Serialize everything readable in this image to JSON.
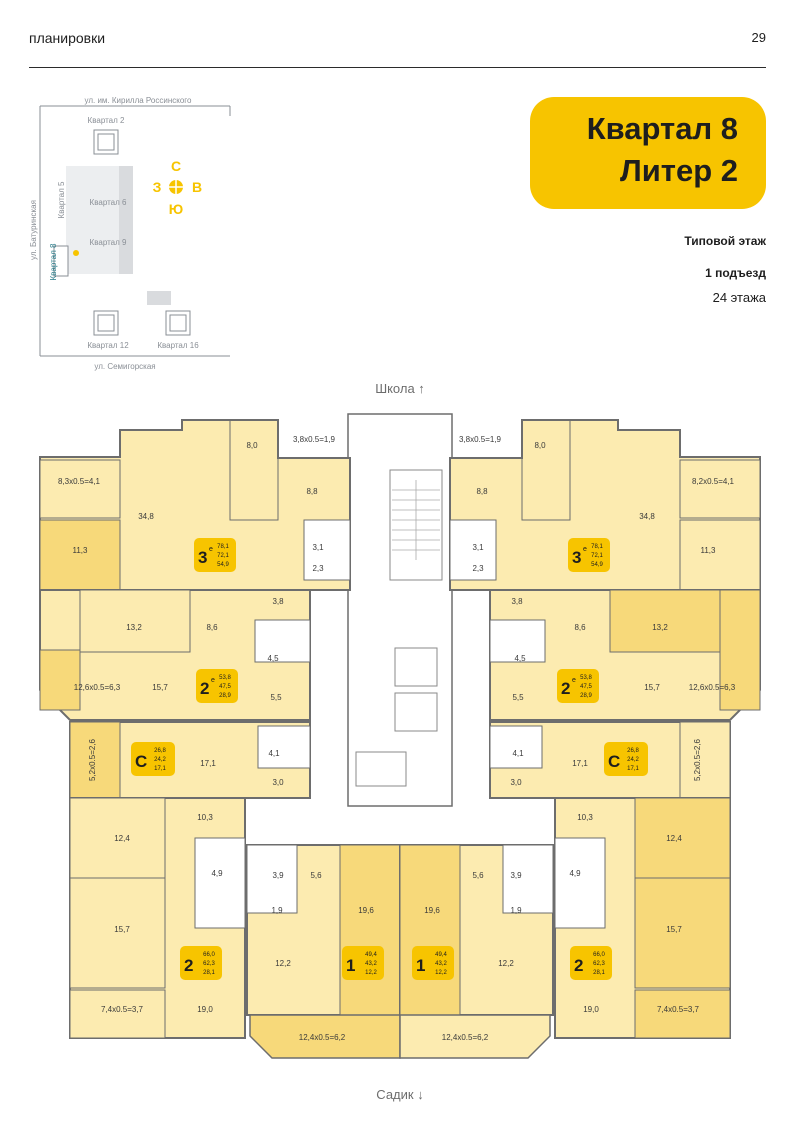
{
  "header": {
    "section": "планировки",
    "page": "29"
  },
  "badge": {
    "line1": "Квартал 8",
    "line2": "Литер 2"
  },
  "info": {
    "floor_type": "Типовой этаж",
    "entrance": "1 подъезд",
    "storeys": "24 этажа"
  },
  "sitemap": {
    "street_top": "ул. им. Кирилла Россинского",
    "street_bottom": "ул. Семигорская",
    "street_left": "ул. Батуринская",
    "blocks": [
      "Квартал 2",
      "Квартал 5",
      "Квартал 6",
      "Квартал 9",
      "Квартал 12",
      "Квартал 16"
    ],
    "current_block": "Квартал 8",
    "compass": {
      "n": "С",
      "w": "З",
      "e": "В",
      "s": "Ю"
    },
    "colors": {
      "highlight": "#f7c400",
      "lines": "#8a8f96",
      "block": "#d9dbde"
    }
  },
  "plan": {
    "school": "Школа ↑",
    "kindergarten": "Садик ↓",
    "colors": {
      "warm": "#fcebb0",
      "warm_dark": "#f7d97a",
      "wall": "#6d6d6d",
      "label_bg": "#f7c400"
    },
    "rooms": {
      "tl_bal": "8,3x0.5=4,1",
      "tl_living": "34,8",
      "tl_bed": "11,3",
      "tl_kitchen": "8,0",
      "tl_hall": "8,8",
      "tl_bal2": "3,8x0.5=1,9",
      "tl_bath": "3,1",
      "tl_wc": "2,3",
      "tl_corr": "3,8",
      "tr_bal": "8,2x0.5=4,1",
      "tr_living": "34,8",
      "tr_bed": "11,3",
      "tr_kitchen": "8,0",
      "tr_hall": "8,8",
      "tr_bal2": "3,8x0.5=1,9",
      "tr_bath": "3,1",
      "tr_wc": "2,3",
      "tr_corr": "3,8",
      "ml_r1": "13,2",
      "ml_r2": "8,6",
      "ml_bath": "4,5",
      "ml_bal": "12,6x0.5=6,3",
      "ml_living": "15,7",
      "ml_hall": "5,5",
      "mr_r1": "13,2",
      "mr_r2": "8,6",
      "mr_bath": "4,5",
      "mr_bal": "12,6x0.5=6,3",
      "mr_living": "15,7",
      "mr_hall": "5,5",
      "sl_bal": "5,2x0.5=2,6",
      "sl_room": "17,1",
      "sl_bath": "4,1",
      "sl_hall": "3,0",
      "sr_bal": "5,2x0.5=2,6",
      "sr_room": "17,1",
      "sr_bath": "4,1",
      "sr_hall": "3,0",
      "bl_r1": "10,3",
      "bl_r2": "12,4",
      "bl_bath": "4,9",
      "bl_living": "15,7",
      "bl_bal": "7,4x0.5=3,7",
      "bl_kitchen": "19,0",
      "br_r1": "10,3",
      "br_r2": "12,4",
      "br_bath": "4,9",
      "br_living": "15,7",
      "br_bal": "7,4x0.5=3,7",
      "br_kitchen": "19,0",
      "cl_bath": "3,9",
      "cl_hall": "5,6",
      "cl_corr": "1,9",
      "cl_kitchen": "12,2",
      "cl_room": "19,6",
      "cl_bal": "12,4x0.5=6,2",
      "cr_bath": "3,9",
      "cr_hall": "5,6",
      "cr_corr": "1,9",
      "cr_kitchen": "12,2",
      "cr_room": "19,6",
      "cr_bal": "12,4x0.5=6,2"
    },
    "units": [
      {
        "id": "tl",
        "rooms": "3",
        "sup": "е",
        "a": "78,1",
        "b": "72,1",
        "c": "54,9"
      },
      {
        "id": "tr",
        "rooms": "3",
        "sup": "е",
        "a": "78,1",
        "b": "72,1",
        "c": "54,9"
      },
      {
        "id": "ml",
        "rooms": "2",
        "sup": "е",
        "a": "53,8",
        "b": "47,5",
        "c": "28,9"
      },
      {
        "id": "mr",
        "rooms": "2",
        "sup": "е",
        "a": "53,8",
        "b": "47,5",
        "c": "28,9"
      },
      {
        "id": "sl",
        "rooms": "С",
        "sup": "",
        "a": "26,8",
        "b": "24,2",
        "c": "17,1"
      },
      {
        "id": "sr",
        "rooms": "С",
        "sup": "",
        "a": "26,8",
        "b": "24,2",
        "c": "17,1"
      },
      {
        "id": "bl",
        "rooms": "2",
        "sup": "",
        "a": "66,0",
        "b": "62,3",
        "c": "28,1"
      },
      {
        "id": "br",
        "rooms": "2",
        "sup": "",
        "a": "66,0",
        "b": "62,3",
        "c": "28,1"
      },
      {
        "id": "cl",
        "rooms": "1",
        "sup": "",
        "a": "49,4",
        "b": "43,2",
        "c": "12,2"
      },
      {
        "id": "cr",
        "rooms": "1",
        "sup": "",
        "a": "49,4",
        "b": "43,2",
        "c": "12,2"
      }
    ]
  }
}
